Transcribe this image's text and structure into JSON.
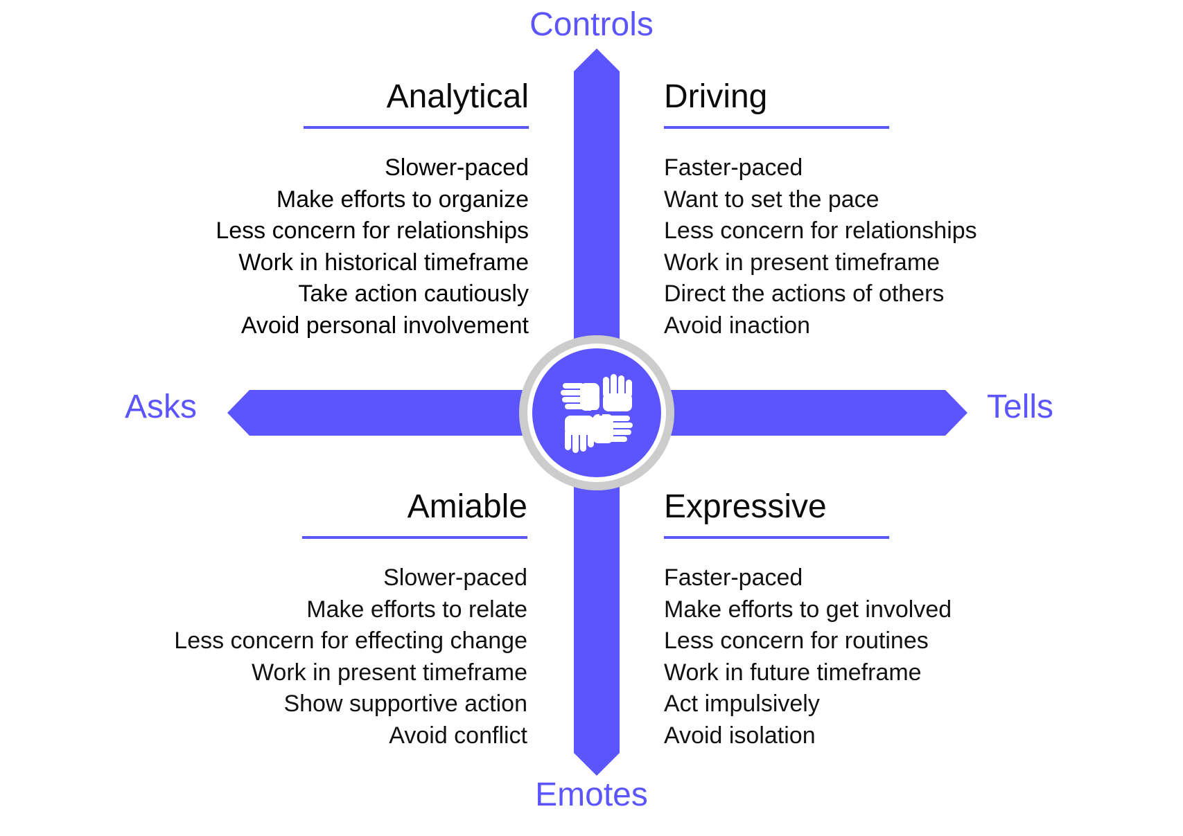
{
  "colors": {
    "accent": "#5c55fe",
    "ring": "#cccccc",
    "text": "#0b0b0b",
    "icon": "#ffffff"
  },
  "axes": {
    "top": "Controls",
    "bottom": "Emotes",
    "left": "Asks",
    "right": "Tells"
  },
  "center_icon": "hands-together-icon",
  "quadrants": {
    "analytical": {
      "title": "Analytical",
      "items": [
        "Slower-paced",
        "Make efforts to organize",
        "Less concern for relationships",
        "Work in historical timeframe",
        "Take action cautiously",
        "Avoid personal involvement"
      ]
    },
    "driving": {
      "title": "Driving",
      "items": [
        "Faster-paced",
        "Want to set the pace",
        "Less concern for relationships",
        "Work in present timeframe",
        "Direct the actions of others",
        "Avoid inaction"
      ]
    },
    "amiable": {
      "title": "Amiable",
      "items": [
        "Slower-paced",
        "Make efforts to relate",
        "Less concern for effecting change",
        "Work in present timeframe",
        "Show supportive action",
        "Avoid conflict"
      ]
    },
    "expressive": {
      "title": "Expressive",
      "items": [
        "Faster-paced",
        "Make efforts to get involved",
        "Less concern for routines",
        "Work in future timeframe",
        "Act impulsively",
        "Avoid isolation"
      ]
    }
  }
}
